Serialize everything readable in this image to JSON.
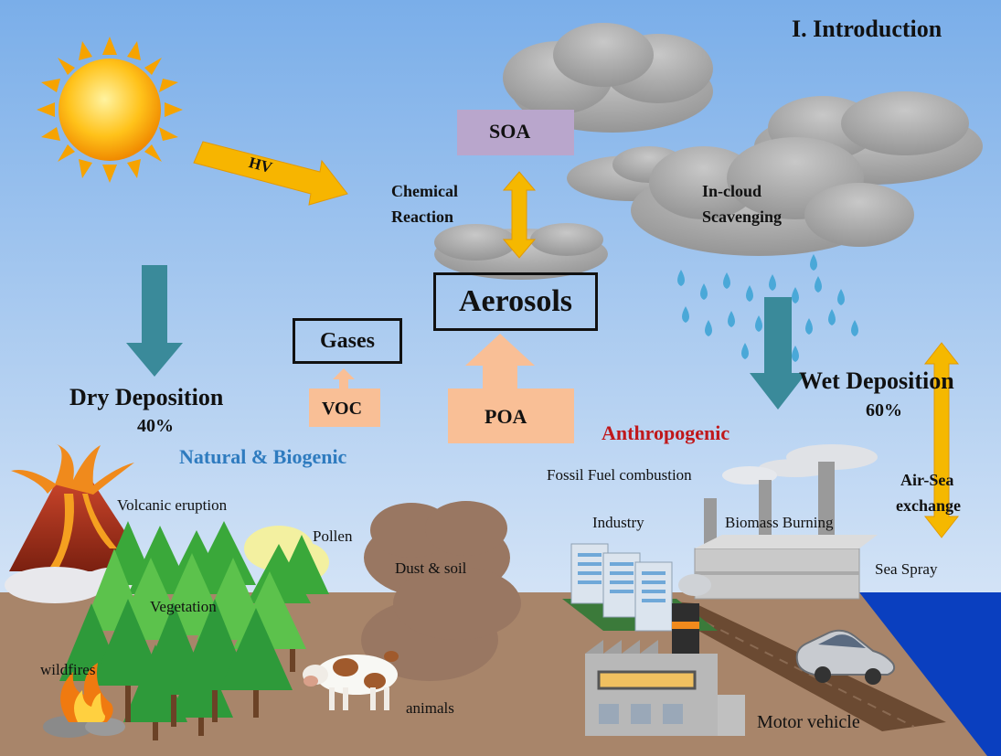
{
  "title": "I.   Introduction",
  "labels": {
    "hv": "HV",
    "soa": "SOA",
    "chemical_reaction_line1": "Chemical",
    "chemical_reaction_line2": "Reaction",
    "aerosols": "Aerosols",
    "in_cloud_line1": "In-cloud",
    "in_cloud_line2": "Scavenging",
    "gases": "Gases",
    "voc": "VOC",
    "poa": "POA",
    "dry_deposition": "Dry Deposition",
    "dry_deposition_pct": "40%",
    "wet_deposition": "Wet Deposition",
    "wet_deposition_pct": "60%",
    "natural_biogenic": "Natural & Biogenic",
    "anthropogenic": "Anthropogenic",
    "fossil_fuel": "Fossil Fuel combustion",
    "volcanic": "Volcanic eruption",
    "pollen": "Pollen",
    "dust_soil": "Dust &  soil",
    "vegetation": "Vegetation",
    "wildfires": "wildfires",
    "animals": "animals",
    "industry": "Industry",
    "biomass": "Biomass Burning",
    "air_sea_line1": "Air-Sea",
    "air_sea_line2": "exchange",
    "sea_spray": "Sea Spray",
    "motor_vehicle": "Motor vehicle"
  },
  "colors": {
    "sky_top": "#7fb0e8",
    "sky_bottom": "#c9dcf3",
    "ground": "#a8856a",
    "cloud": "#a9a9a9",
    "deposition_arrow": "#3a8a9a",
    "yellow_arrow": "#f5b800",
    "peach": "#f9bf96",
    "soa_box": "#b9a6cc",
    "natural_text": "#2e7bbf",
    "anthropogenic_text": "#c0181b",
    "sea": "#0a3fbf"
  }
}
